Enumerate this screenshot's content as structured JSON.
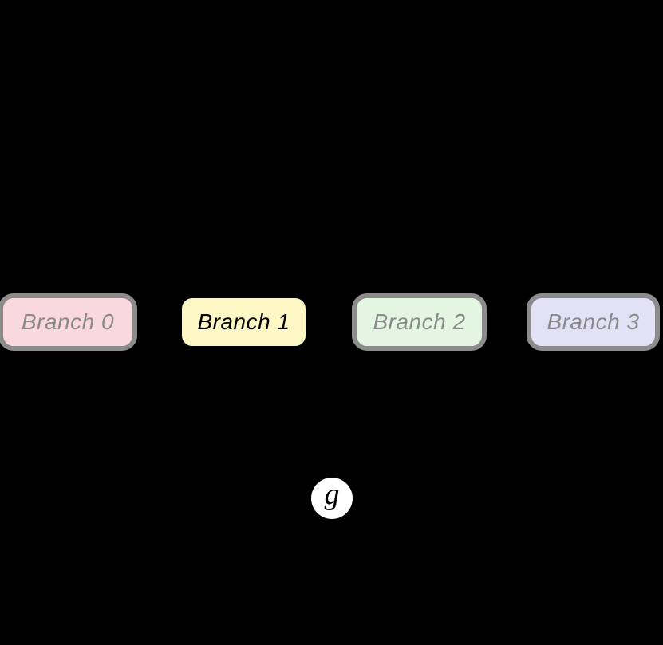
{
  "figure": {
    "background_color": "#000000"
  },
  "branches": [
    {
      "label": "Branch 0",
      "fill": "#f9d9de",
      "border": "#8c8c8c",
      "text": "#8a8a8a",
      "state": "inactive"
    },
    {
      "label": "Branch 1",
      "fill": "#fcf7c5",
      "border": "#000000",
      "text": "#000000",
      "state": "active"
    },
    {
      "label": "Branch 2",
      "fill": "#e3f6e2",
      "border": "#8c8c8c",
      "text": "#8a8a8a",
      "state": "inactive"
    },
    {
      "label": "Branch 3",
      "fill": "#e3e1f6",
      "border": "#8c8c8c",
      "text": "#8a8a8a",
      "state": "inactive"
    }
  ],
  "node": {
    "label": "g",
    "fill": "#ffffff",
    "text": "#000000"
  }
}
